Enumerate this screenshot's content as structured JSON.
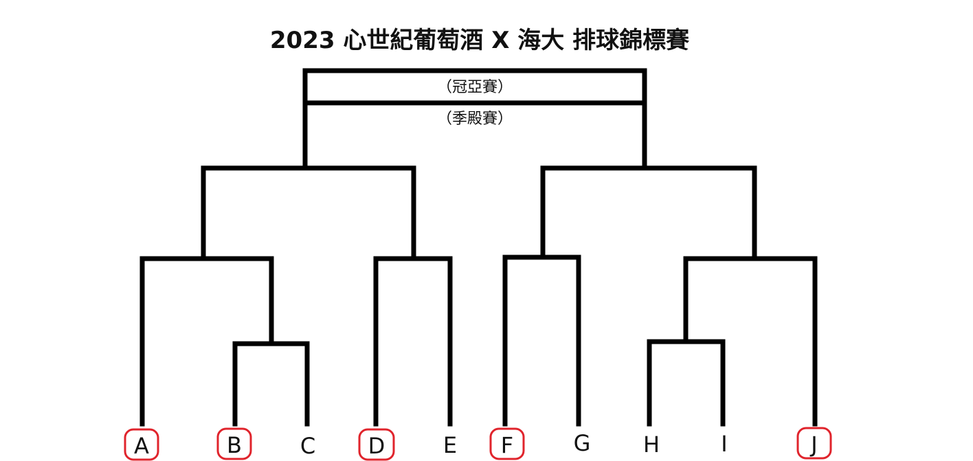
{
  "title": "2023 心世紀葡萄酒 X 海大 排球錦標賽",
  "matches": {
    "final": "（冠亞賽）",
    "third_place": "（季殿賽）"
  },
  "colors": {
    "line": "#000000",
    "highlight": "#e0242c",
    "text": "#111111"
  },
  "teams": [
    {
      "label": "A",
      "highlighted": true
    },
    {
      "label": "B",
      "highlighted": true
    },
    {
      "label": "C",
      "highlighted": false
    },
    {
      "label": "D",
      "highlighted": true
    },
    {
      "label": "E",
      "highlighted": false
    },
    {
      "label": "F",
      "highlighted": true
    },
    {
      "label": "G",
      "highlighted": false
    },
    {
      "label": "H",
      "highlighted": false
    },
    {
      "label": "I",
      "highlighted": false
    },
    {
      "label": "J",
      "highlighted": true
    }
  ]
}
